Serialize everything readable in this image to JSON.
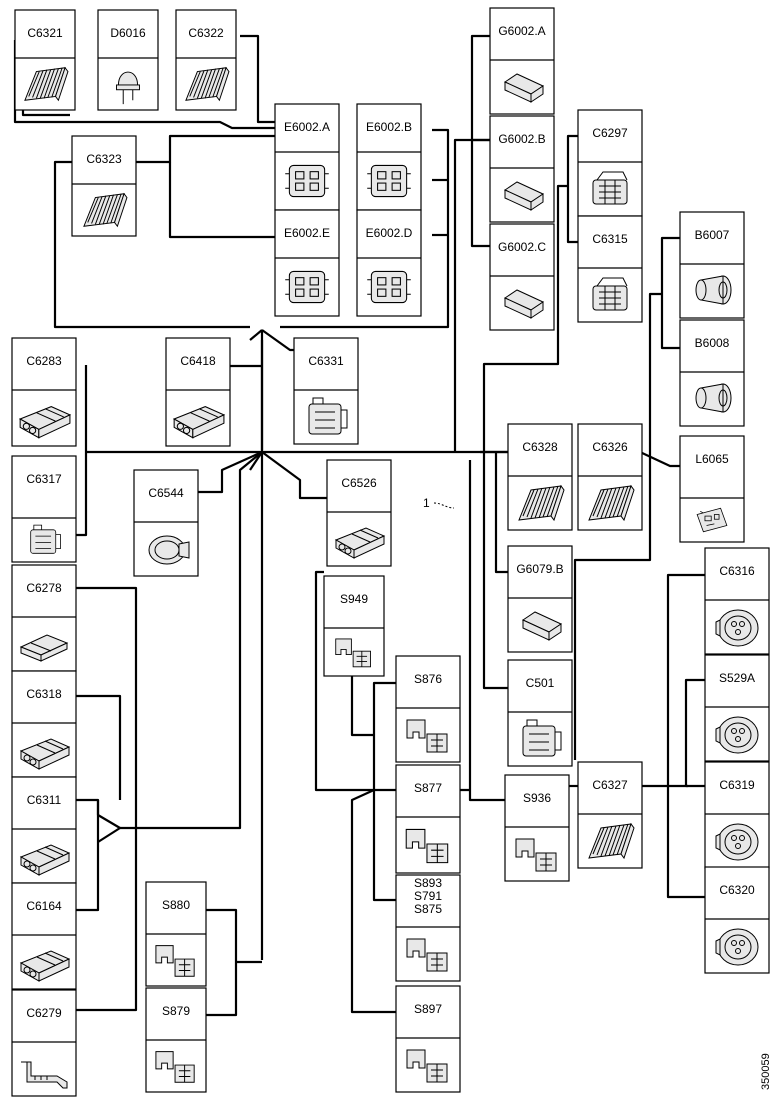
{
  "components": [
    {
      "label": "C6321",
      "icon": "ribbon-connector"
    },
    {
      "label": "D6016",
      "icon": "led-bulb"
    },
    {
      "label": "C6322",
      "icon": "ribbon-connector"
    },
    {
      "label": "C6323",
      "icon": "ribbon-connector"
    },
    {
      "label": "E6002.A",
      "icon": "square-socket"
    },
    {
      "label": "E6002.B",
      "icon": "square-socket"
    },
    {
      "label": "E6002.E",
      "icon": "square-socket"
    },
    {
      "label": "E6002.D",
      "icon": "square-socket"
    },
    {
      "label": "G6002.A",
      "icon": "small-plug"
    },
    {
      "label": "G6002.B",
      "icon": "small-plug"
    },
    {
      "label": "G6002.C",
      "icon": "small-plug"
    },
    {
      "label": "C6297",
      "icon": "multi-pin-connector"
    },
    {
      "label": "C6315",
      "icon": "multi-pin-connector"
    },
    {
      "label": "B6007",
      "icon": "cylinder-sensor"
    },
    {
      "label": "B6008",
      "icon": "cylinder-sensor"
    },
    {
      "label": "C6283",
      "icon": "four-way-connector"
    },
    {
      "label": "C6418",
      "icon": "four-way-connector"
    },
    {
      "label": "C6331",
      "icon": "housing-connector"
    },
    {
      "label": "C6317",
      "icon": "housing-connector"
    },
    {
      "label": "C6544",
      "icon": "round-sensor"
    },
    {
      "label": "C6526",
      "icon": "four-way-connector"
    },
    {
      "label": "C6328",
      "icon": "ribbon-connector"
    },
    {
      "label": "C6326",
      "icon": "ribbon-connector"
    },
    {
      "label": "L6065",
      "icon": "light-module"
    },
    {
      "label": "C6278",
      "icon": "flat-connector"
    },
    {
      "label": "G6079.B",
      "icon": "small-plug"
    },
    {
      "label": "S949",
      "icon": "switch-pair"
    },
    {
      "label": "C6316",
      "icon": "round-connector"
    },
    {
      "label": "C6318",
      "icon": "four-way-connector"
    },
    {
      "label": "S876",
      "icon": "switch-pair"
    },
    {
      "label": "C501",
      "icon": "housing-connector"
    },
    {
      "label": "S529A",
      "icon": "round-connector"
    },
    {
      "label": "C6311",
      "icon": "four-way-connector"
    },
    {
      "label": "S877",
      "icon": "switch-pair"
    },
    {
      "label": "S936",
      "icon": "switch-pair"
    },
    {
      "label": "C6327",
      "icon": "ribbon-connector"
    },
    {
      "label": "C6319",
      "icon": "round-connector"
    },
    {
      "label": "S893\nS791\nS875",
      "icon": "switch-pair"
    },
    {
      "label": "C6164",
      "icon": "four-way-connector"
    },
    {
      "label": "S880",
      "icon": "switch-pair"
    },
    {
      "label": "C6320",
      "icon": "round-connector"
    },
    {
      "label": "C6279",
      "icon": "terminal-pin"
    },
    {
      "label": "S879",
      "icon": "switch-pair"
    },
    {
      "label": "S897",
      "icon": "switch-pair"
    }
  ],
  "callout": "1",
  "figure_id": "350059"
}
